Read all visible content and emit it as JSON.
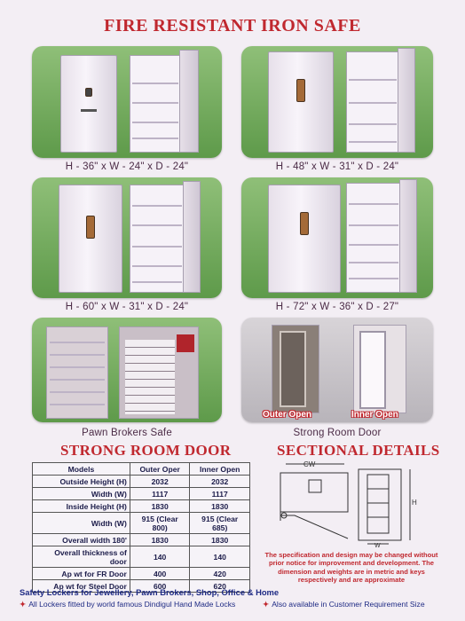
{
  "page": {
    "title": "FIRE RESISTANT IRON SAFE"
  },
  "safes": [
    {
      "caption": "H - 36\" x W - 24\" x D - 24\""
    },
    {
      "caption": "H - 48\" x W - 31\" x D - 24\""
    },
    {
      "caption": "H - 60\" x W - 31\" x D - 24\""
    },
    {
      "caption": "H - 72\" x W - 36\" x D - 27\""
    }
  ],
  "pawn": {
    "caption": "Pawn Brokers Safe"
  },
  "strong_room": {
    "caption": "Strong Room Door",
    "outer_label": "Outer Open",
    "inner_label": "Inner Open"
  },
  "strong_room_door": {
    "title": "STRONG ROOM DOOR",
    "headers": [
      "Models",
      "Outer Oper",
      "Inner Open"
    ],
    "rows": [
      [
        "Outside Height (H)",
        "2032",
        "2032"
      ],
      [
        "Width (W)",
        "1117",
        "1117"
      ],
      [
        "Inside Height (H)",
        "1830",
        "1830"
      ],
      [
        "Width (W)",
        "915 (Clear 800)",
        "915 (Clear 685)"
      ],
      [
        "Overall width 180'",
        "1830",
        "1830"
      ],
      [
        "Overall thickness of door",
        "140",
        "140"
      ],
      [
        "Ap wt for FR Door",
        "400",
        "420"
      ],
      [
        "Ap wt for Steel Door",
        "600",
        "620"
      ]
    ]
  },
  "sectional": {
    "title": "SECTIONAL DETAILS",
    "labels": {
      "cw": "CW",
      "w": "W",
      "h": "H"
    },
    "note": "The specification and design may be changed without prior notice for improvement and development. The dimension and weights are in metric and keys respectively and are approximate"
  },
  "footer": {
    "title": "Safety Lockers for Jewellery, Pawn Brokers, Shop, Office & Home",
    "line1": "All Lockers fitted by world famous Dindigul Hand Made Locks",
    "line2": "Also available in Customer Requirement Size"
  },
  "colors": {
    "title_red": "#c0282f",
    "panel_green": "#6fa85a",
    "footer_blue": "#1e2a84",
    "background": "#f3eef4"
  }
}
